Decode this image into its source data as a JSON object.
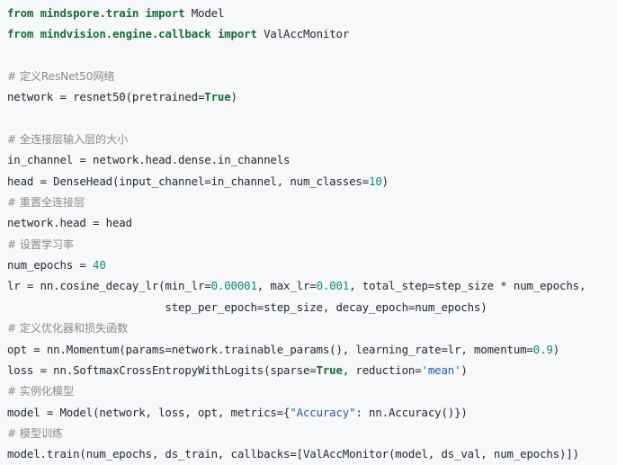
{
  "code_lines": [
    [
      {
        "t": "from",
        "c": "kw"
      },
      {
        "t": " ",
        "c": "plain"
      },
      {
        "t": "mindspore.train",
        "c": "mod"
      },
      {
        "t": " ",
        "c": "plain"
      },
      {
        "t": "import",
        "c": "kw"
      },
      {
        "t": " Model",
        "c": "plain"
      }
    ],
    [
      {
        "t": "from",
        "c": "kw"
      },
      {
        "t": " ",
        "c": "plain"
      },
      {
        "t": "mindvision.engine.callback",
        "c": "mod"
      },
      {
        "t": " ",
        "c": "plain"
      },
      {
        "t": "import",
        "c": "kw"
      },
      {
        "t": " ValAccMonitor",
        "c": "plain"
      }
    ],
    [],
    [
      {
        "t": "# 定义ResNet50网络",
        "c": "com"
      }
    ],
    [
      {
        "t": "network = resnet50(pretrained=",
        "c": "plain"
      },
      {
        "t": "True",
        "c": "bool"
      },
      {
        "t": ")",
        "c": "plain"
      }
    ],
    [],
    [
      {
        "t": "# 全连接层输入层的大小",
        "c": "com"
      }
    ],
    [
      {
        "t": "in_channel = network.head.dense.in_channels",
        "c": "plain"
      }
    ],
    [
      {
        "t": "head = DenseHead(input_channel=in_channel, num_classes=",
        "c": "plain"
      },
      {
        "t": "10",
        "c": "num"
      },
      {
        "t": ")",
        "c": "plain"
      }
    ],
    [
      {
        "t": "# 重置全连接层",
        "c": "com"
      }
    ],
    [
      {
        "t": "network.head = head",
        "c": "plain"
      }
    ],
    [
      {
        "t": "# 设置学习率",
        "c": "com"
      }
    ],
    [
      {
        "t": "num_epochs = ",
        "c": "plain"
      },
      {
        "t": "40",
        "c": "num"
      }
    ],
    [
      {
        "t": "lr = nn.cosine_decay_lr(min_lr=",
        "c": "plain"
      },
      {
        "t": "0.00001",
        "c": "num"
      },
      {
        "t": ", max_lr=",
        "c": "plain"
      },
      {
        "t": "0.001",
        "c": "num"
      },
      {
        "t": ", total_step=step_size * num_epochs,",
        "c": "plain"
      }
    ],
    [
      {
        "t": "                        step_per_epoch=step_size, decay_epoch=num_epochs)",
        "c": "plain"
      }
    ],
    [
      {
        "t": "# 定义优化器和损失函数",
        "c": "com"
      }
    ],
    [
      {
        "t": "opt = nn.Momentum(params=network.trainable_params(), learning_rate=lr, momentum=",
        "c": "plain"
      },
      {
        "t": "0.9",
        "c": "num"
      },
      {
        "t": ")",
        "c": "plain"
      }
    ],
    [
      {
        "t": "loss = nn.SoftmaxCrossEntropyWithLogits(sparse=",
        "c": "plain"
      },
      {
        "t": "True",
        "c": "bool"
      },
      {
        "t": ", reduction=",
        "c": "plain"
      },
      {
        "t": "'mean'",
        "c": "str"
      },
      {
        "t": ")",
        "c": "plain"
      }
    ],
    [
      {
        "t": "# 实例化模型",
        "c": "com"
      }
    ],
    [
      {
        "t": "model = Model(network, loss, opt, metrics={",
        "c": "plain"
      },
      {
        "t": "\"Accuracy\"",
        "c": "str"
      },
      {
        "t": ": nn.Accuracy()})",
        "c": "plain"
      }
    ],
    [
      {
        "t": "# 模型训练",
        "c": "com"
      }
    ],
    [
      {
        "t": "model.train(num_epochs, ds_train, callbacks=[ValAccMonitor(model, ds_val, num_epochs)])",
        "c": "plain"
      }
    ]
  ]
}
